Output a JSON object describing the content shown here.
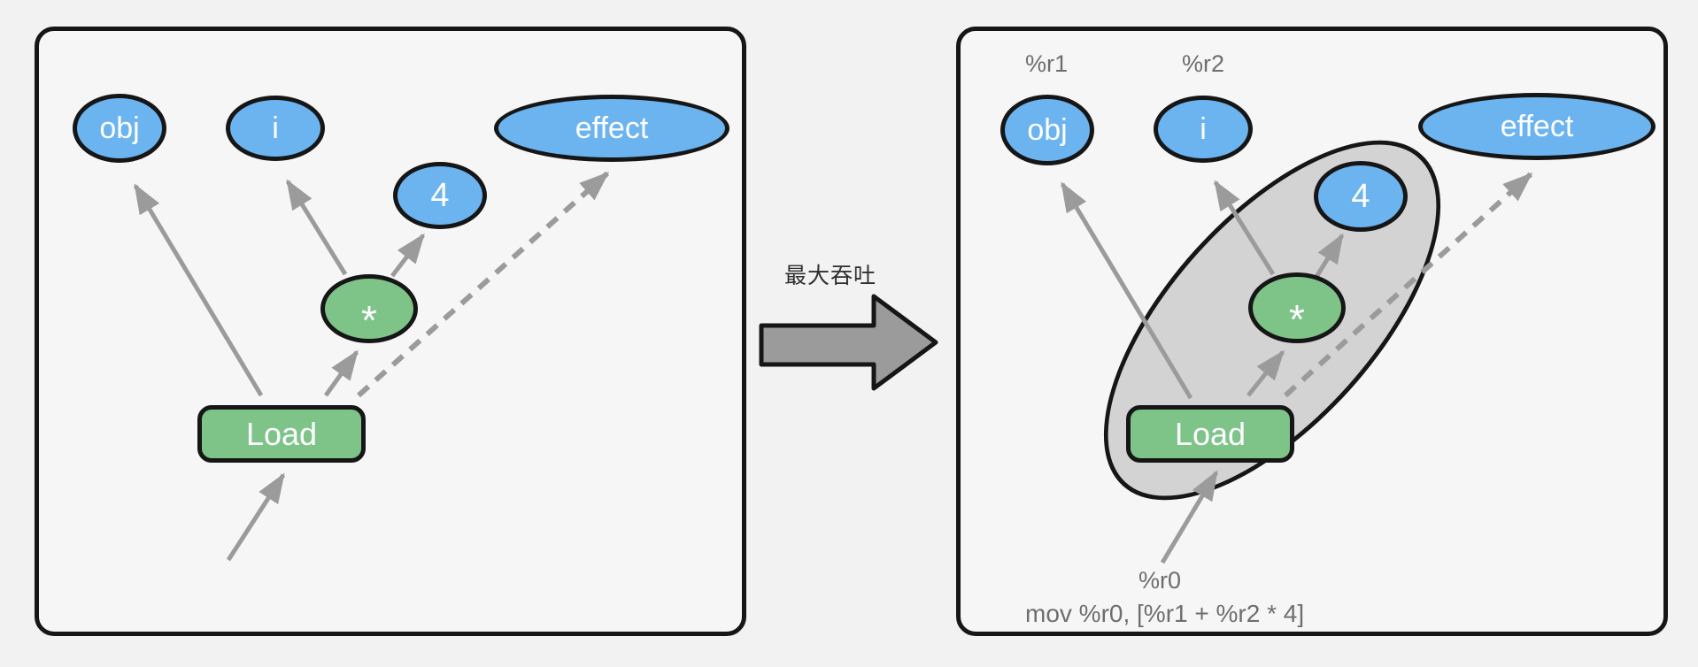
{
  "colors": {
    "page_bg": "#f2f2f3",
    "panel_bg": "#f6f6f7",
    "node_blue": "#6cb4f0",
    "node_green": "#7ec489",
    "outline": "#161616",
    "arrow_gray": "#9b9b9b",
    "group_ellipse_fill": "#d3d3d4",
    "label_gray": "#6e6e6e"
  },
  "left_panel": {
    "nodes": {
      "obj": "obj",
      "i": "i",
      "four": "4",
      "effect": "effect",
      "mul": "*",
      "load": "Load"
    }
  },
  "transform": {
    "caption": "最大吞吐"
  },
  "right_panel": {
    "nodes": {
      "obj": "obj",
      "i": "i",
      "four": "4",
      "effect": "effect",
      "mul": "*",
      "load": "Load"
    },
    "register_labels": {
      "r1": "%r1",
      "r2": "%r2",
      "r0": "%r0"
    },
    "instruction": "mov %r0, [%r1 + %r2 * 4]"
  }
}
